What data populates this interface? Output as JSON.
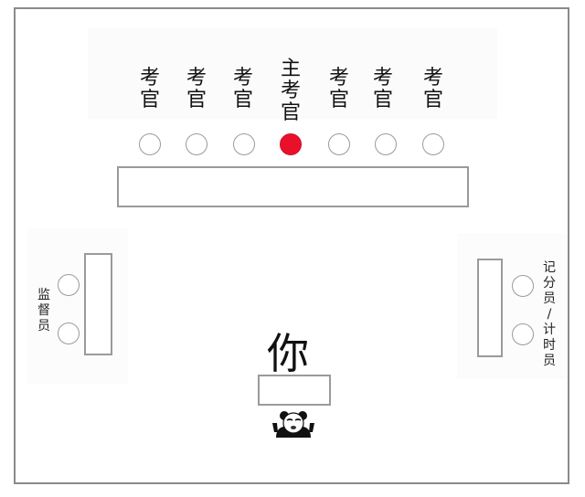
{
  "diagram": {
    "type": "exam-room-seating-layout",
    "examiners": [
      {
        "label": "考官",
        "chars": [
          "考",
          "官"
        ],
        "role": "examiner",
        "highlighted": false
      },
      {
        "label": "考官",
        "chars": [
          "考",
          "官"
        ],
        "role": "examiner",
        "highlighted": false
      },
      {
        "label": "考官",
        "chars": [
          "考",
          "官"
        ],
        "role": "examiner",
        "highlighted": false
      },
      {
        "label": "主考官",
        "chars": [
          "主",
          "考",
          "官"
        ],
        "role": "chief-examiner",
        "highlighted": true
      },
      {
        "label": "考官",
        "chars": [
          "考",
          "官"
        ],
        "role": "examiner",
        "highlighted": false
      },
      {
        "label": "考官",
        "chars": [
          "考",
          "官"
        ],
        "role": "examiner",
        "highlighted": false
      },
      {
        "label": "考官",
        "chars": [
          "考",
          "官"
        ],
        "role": "examiner",
        "highlighted": false
      }
    ],
    "left_side": {
      "label": "监督员",
      "chars": [
        "监",
        "督",
        "员"
      ],
      "seats": 2
    },
    "right_side": {
      "label": "记分员/计时员",
      "chars": [
        "记",
        "分",
        "员",
        "/",
        "计",
        "时",
        "员"
      ],
      "seats": 2
    },
    "candidate": {
      "label": "你",
      "icon": "panda-meme-icon"
    },
    "colors": {
      "highlight_seat": "#e8102a",
      "outline": "#9a9a9a",
      "background": "#ffffff"
    }
  }
}
